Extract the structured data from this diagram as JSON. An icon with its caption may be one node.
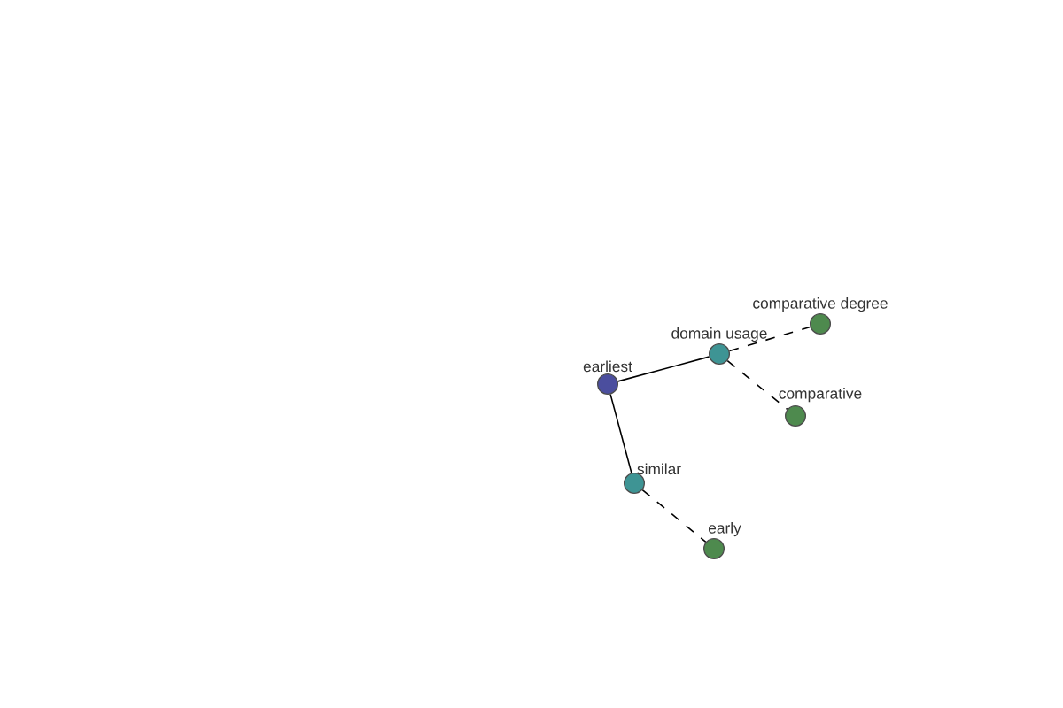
{
  "diagram": {
    "nodes": [
      {
        "text": [
          "earliest"
        ]
      },
      {
        "text": [
          "domain usage"
        ]
      },
      {
        "text": [
          "comparative degree"
        ]
      },
      {
        "text": [
          "comparative"
        ]
      },
      {
        "text": [
          "similar"
        ]
      },
      {
        "text": [
          "early"
        ]
      }
    ],
    "edges": [
      {
        "from": 0,
        "to": 1,
        "arrow": "none"
      },
      {
        "from": 1,
        "to": 2,
        "arrow": "none",
        "style": "dashed"
      },
      {
        "from": 1,
        "to": 3,
        "arrow": "none",
        "style": "dashed"
      },
      {
        "from": 0,
        "to": 4,
        "arrow": "none"
      },
      {
        "from": 4,
        "to": 5,
        "arrow": "none",
        "style": "dashed"
      }
    ]
  }
}
